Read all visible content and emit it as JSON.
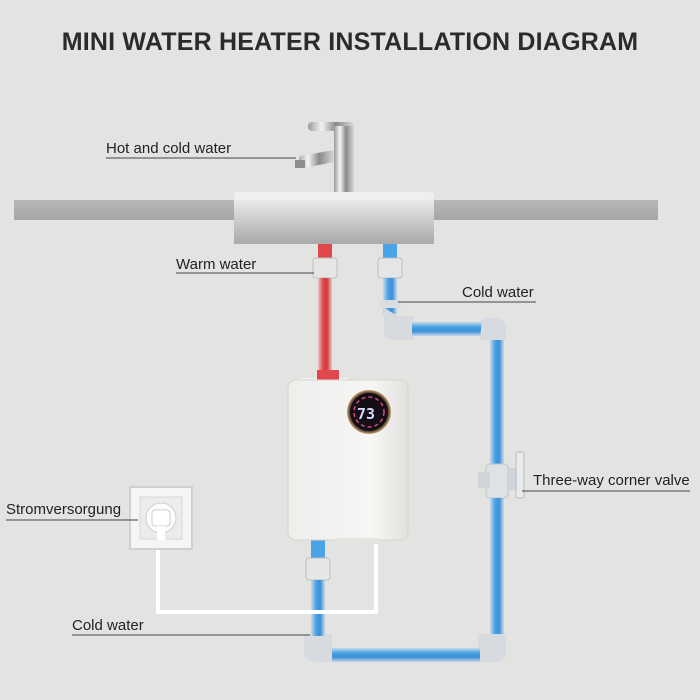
{
  "title": "MINI WATER HEATER INSTALLATION DIAGRAM",
  "labels": {
    "faucet": "Hot and cold water",
    "warm": "Warm water",
    "cold_top": "Cold water",
    "valve": "Three-way corner valve",
    "power": "Stromversorgung",
    "cold_bottom": "Cold water"
  },
  "display": {
    "reading": "73"
  },
  "colors": {
    "hot_pipe": "#e0484d",
    "cold_pipe": "#4aa3e6",
    "pipe_body": "#cfd6dd",
    "background": "#e3e3e1"
  }
}
